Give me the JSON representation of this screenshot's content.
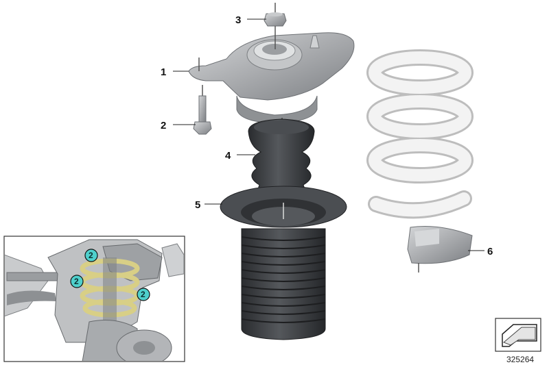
{
  "diagram": {
    "callouts": [
      {
        "id": "callout-1",
        "label": "1"
      },
      {
        "id": "callout-2",
        "label": "2"
      },
      {
        "id": "callout-3",
        "label": "3"
      },
      {
        "id": "callout-4",
        "label": "4"
      },
      {
        "id": "callout-5",
        "label": "5"
      },
      {
        "id": "callout-6",
        "label": "6"
      }
    ],
    "inset": {
      "badges": [
        "2",
        "2",
        "2"
      ]
    },
    "document_number": "325264",
    "colors": {
      "metal": "#a9abae",
      "rubber": "#3a3c3f",
      "spring": "#eeeeee",
      "badge": "#4fd0cc",
      "inset_spring": "#d8cf86"
    }
  }
}
